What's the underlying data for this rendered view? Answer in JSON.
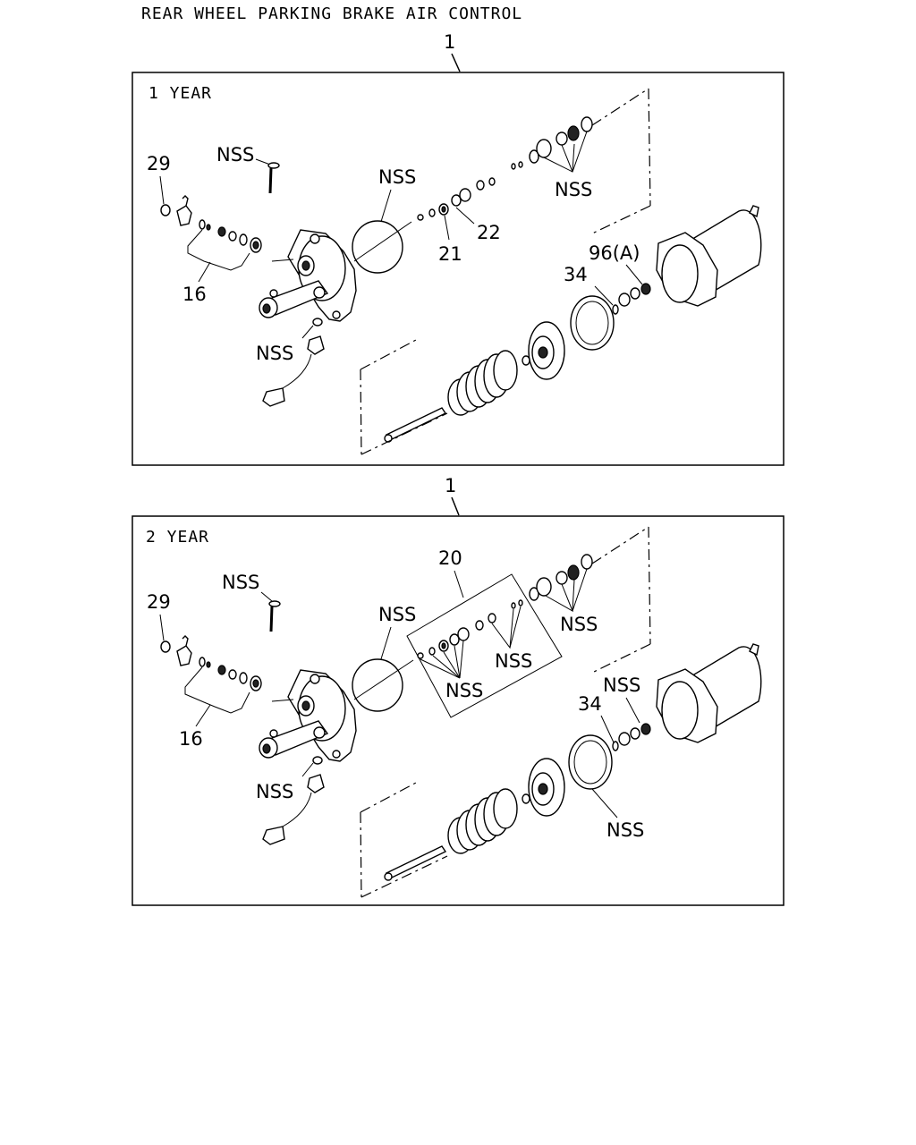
{
  "title": "REAR WHEEL PARKING BRAKE AIR CONTROL",
  "panels": [
    {
      "assembly_ref": "1",
      "variant": "1 YEAR",
      "callouts": {
        "c29": "29",
        "c16": "16",
        "nss_pin": "NSS",
        "nss_diaphragm": "NSS",
        "nss_switch": "NSS",
        "c21": "21",
        "c22": "22",
        "nss_seals": "NSS",
        "c34": "34",
        "c96": "96(A)"
      }
    },
    {
      "assembly_ref": "1",
      "variant": "2 YEAR",
      "callouts": {
        "c29": "29",
        "c16": "16",
        "nss_pin": "NSS",
        "nss_diaphragm": "NSS",
        "nss_switch": "NSS",
        "c20": "20",
        "nss_kit_left": "NSS",
        "nss_kit_right": "NSS",
        "nss_seals": "NSS",
        "c34": "34",
        "nss_washer": "NSS",
        "nss_piston_seal": "NSS"
      }
    }
  ]
}
